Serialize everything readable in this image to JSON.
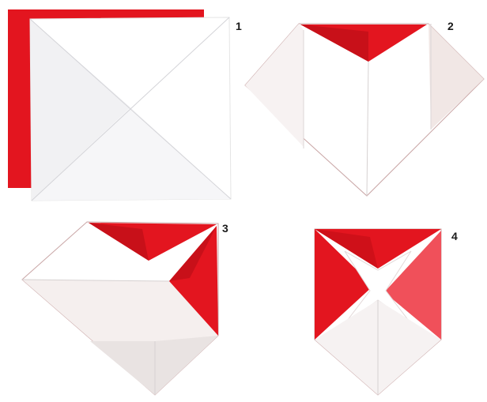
{
  "steps": [
    {
      "number": "1"
    },
    {
      "number": "2"
    },
    {
      "number": "3"
    },
    {
      "number": "4"
    }
  ],
  "colors": {
    "paper_red": "#e3151f",
    "paper_red_dark": "#c20d17",
    "paper_white": "#ffffff",
    "shadow_gray": "#e8e8ea",
    "crease": "#d4d4d8"
  }
}
